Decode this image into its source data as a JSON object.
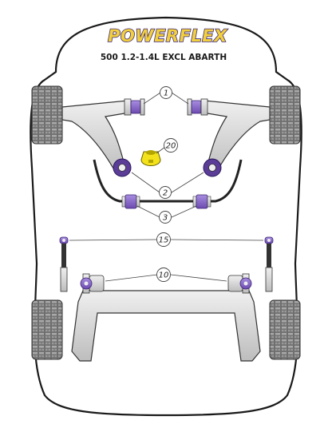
{
  "brand": {
    "logo_text": "POWERFLEX",
    "logo_fill": "#f2cf3c",
    "logo_outline": "#3d2a7a"
  },
  "model": "500 1.2-1.4L EXCL ABARTH",
  "colors": {
    "bush": "#8d6cc7",
    "bush_dark": "#5b3d98",
    "metal": "#d6d6d6",
    "outline": "#222222",
    "tyre": "#777777",
    "part20": "#f2e11b"
  },
  "callouts": [
    {
      "id": "callout-1",
      "label": "1"
    },
    {
      "id": "callout-20",
      "label": "20"
    },
    {
      "id": "callout-2",
      "label": "2"
    },
    {
      "id": "callout-3",
      "label": "3"
    },
    {
      "id": "callout-15",
      "label": "15"
    },
    {
      "id": "callout-10",
      "label": "10"
    }
  ]
}
